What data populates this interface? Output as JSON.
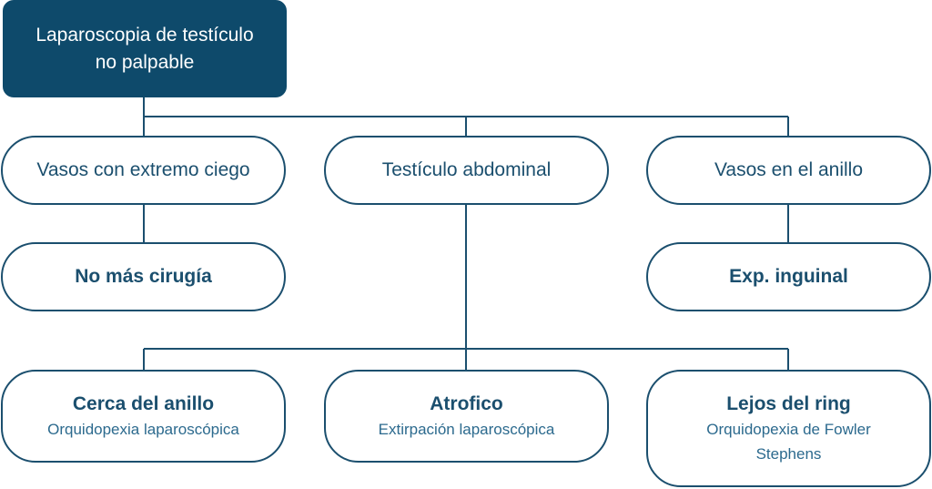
{
  "root": {
    "line1": "Laparoscopia de testículo",
    "line2": "no palpable"
  },
  "level1": [
    {
      "label": "Vasos con extremo ciego"
    },
    {
      "label": "Testículo abdominal"
    },
    {
      "label": "Vasos en el anillo"
    }
  ],
  "level2": [
    {
      "label": "No más cirugía"
    },
    {
      "label": "Exp. inguinal"
    }
  ],
  "level3": [
    {
      "title": "Cerca del anillo",
      "subtitle": "Orquidopexia laparoscópica"
    },
    {
      "title": "Atrofico",
      "subtitle": "Extirpación laparoscópica"
    },
    {
      "title": "Lejos del ring",
      "subtitle": "Orquidopexia de Fowler Stephens"
    }
  ],
  "colors": {
    "primary": "#0e4a6b",
    "stroke": "#1b4f6e",
    "subtitle": "#2c6a8e"
  }
}
